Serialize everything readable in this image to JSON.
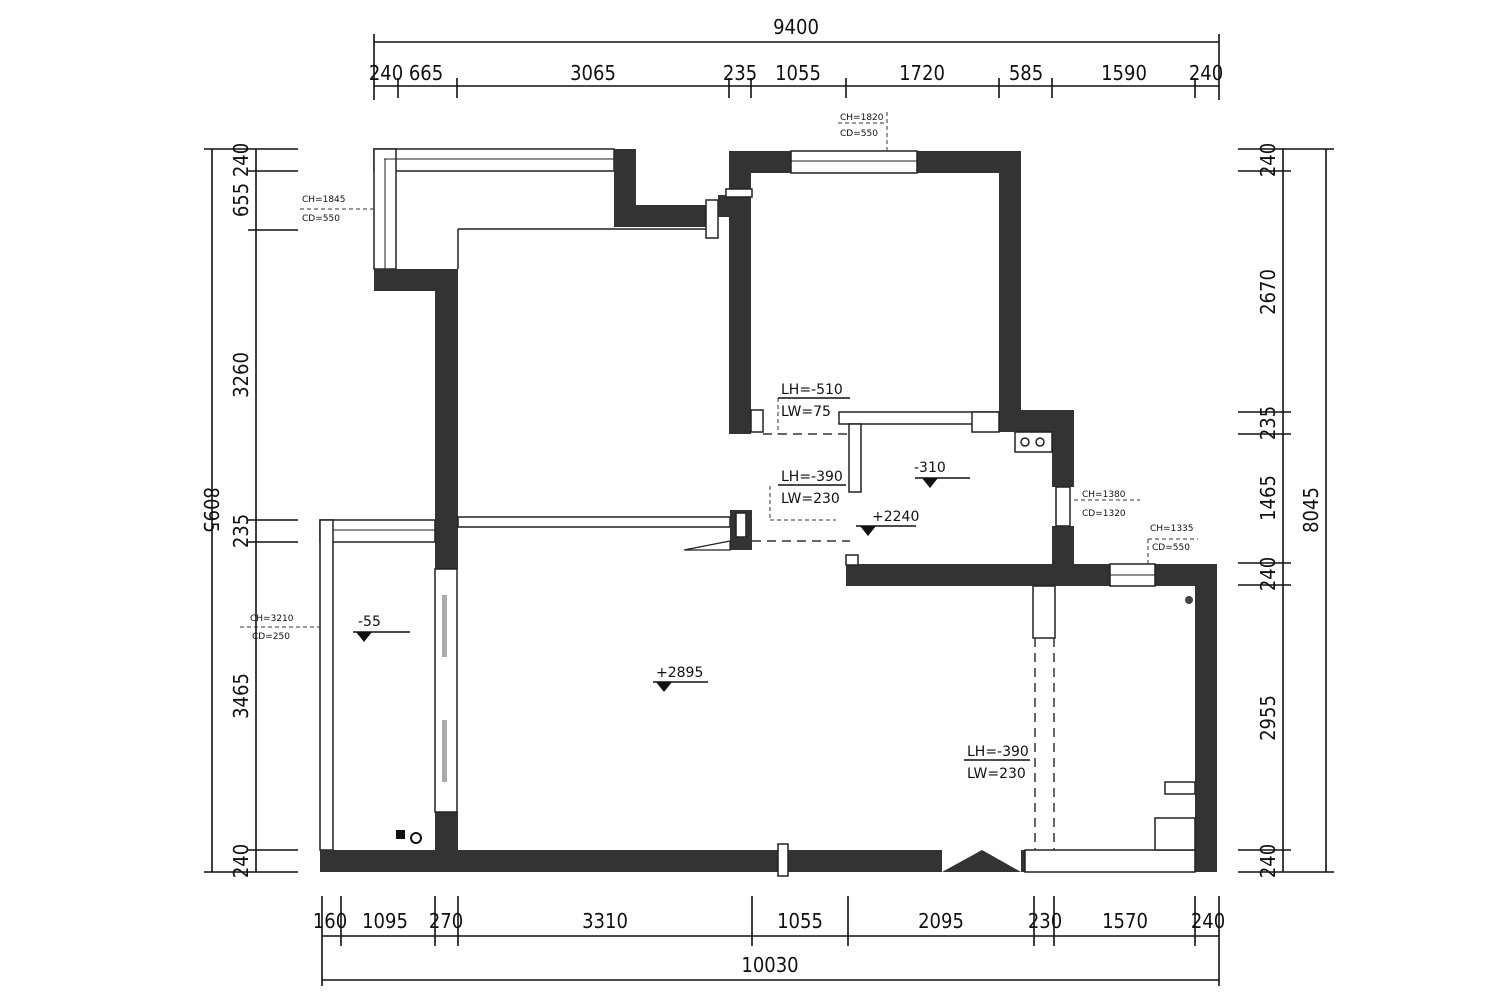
{
  "dimensions": {
    "top_total": "9400",
    "top_segments": [
      "240",
      "665",
      "3065",
      "235",
      "1055",
      "1720",
      "585",
      "1590",
      "240"
    ],
    "bottom_total": "10030",
    "bottom_segments": [
      "160",
      "1095",
      "270",
      "3310",
      "1055",
      "2095",
      "230",
      "1570",
      "240"
    ],
    "left_total": "8095",
    "left_segments": [
      "240",
      "655",
      "3260",
      "235",
      "3465",
      "240"
    ],
    "right_total": "8045",
    "right_segments": [
      "240",
      "2670",
      "235",
      "1465",
      "240",
      "2955",
      "240"
    ]
  },
  "windows": {
    "top_left": {
      "ch": "CH=1845",
      "cd": "CD=550"
    },
    "top_right": {
      "ch": "CH=1820",
      "cd": "CD=550"
    },
    "right_mid": {
      "ch": "CH=1380",
      "cd": "CD=1320"
    },
    "right_lower": {
      "ch": "CH=1335",
      "cd": "CD=550"
    },
    "left_mid": {
      "ch": "CH=3210",
      "cd": "CD=250"
    }
  },
  "beams": {
    "upper": {
      "lh": "LH=-510",
      "lw": "LW=75"
    },
    "middle": {
      "lh": "LH=-390",
      "lw": "LW=230"
    },
    "lower": {
      "lh": "LH=-390",
      "lw": "LW=230"
    }
  },
  "levels": {
    "kitchen": "-310",
    "corridor": "+2240",
    "balcony": "-55",
    "living": "+2895"
  }
}
